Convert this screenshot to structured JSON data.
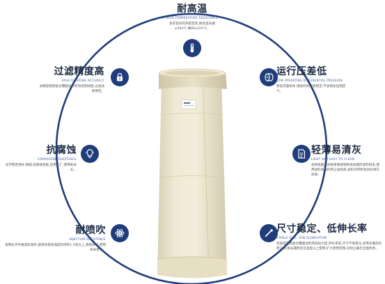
{
  "colors": {
    "ring": "#1f3d7a",
    "node": "#1f3d7a",
    "title": "#1c2a43",
    "subtitle": "#3b5a9a",
    "bag": "#ece6cf"
  },
  "features": {
    "heat": {
      "title": "耐高温",
      "subtitle": "HIGH TEMPERATURE RESISTANCE",
      "desc": "具有良好的热稳定性,耐高温长期≤204℃,瞬间≤220℃。",
      "icon": "thermometer-icon"
    },
    "precision": {
      "title": "过滤精度高",
      "subtitle": "HIGH FILTERING ACCURACY",
      "desc": "高精度阻燃复合覆膜滤料有效控制排放,过滤效果更佳。",
      "icon": "lock-icon"
    },
    "pressure": {
      "title": "运行压差低",
      "subtitle": "LOW OPERATING DIFFERENTIAL PRESSURE",
      "desc": "降低风量损失,增加的风阻更稳定,节省增加压缩空气。",
      "icon": "filter-roll-icon"
    },
    "corrosion": {
      "title": "抗腐蚀",
      "subtitle": "CORROSION RESISTANCE",
      "desc": "化学稳定性好,耐碱,抗腐蚀性能,适用化厂,使用寿命长。",
      "icon": "bulb-icon"
    },
    "clean": {
      "title": "轻薄易清灰",
      "subtitle": "LIGHT AND EASY TO CLEAN",
      "desc": "滤饼表面易剥离更要能够降低表面的滤料粉末,使用滤料表面的积尘层剥离,滤料对积粉有良好清灰效果。",
      "icon": "document-icon"
    },
    "jet": {
      "title": "耐喷吹",
      "subtitle": "INJECTION RESISTANCE",
      "desc": "采用化学纤维滤料基布,能够承受高强度的喷吹1.5倍以上,更耐喷吹,使用寿命更长。",
      "icon": "atom-icon"
    },
    "stable": {
      "title": "尺寸稳定、低伸长率",
      "subtitle": "STABLE SIZE, LOW ELONGATION",
      "desc": "高强度阻燃复合覆膜滤料持续加力度,伸长率低,尺寸不易变化,适用长期高负荷工况,能长期稳定在温度以上使用,扩大使用范围,对除尘器可全面改善。",
      "icon": "pipette-icon"
    }
  }
}
